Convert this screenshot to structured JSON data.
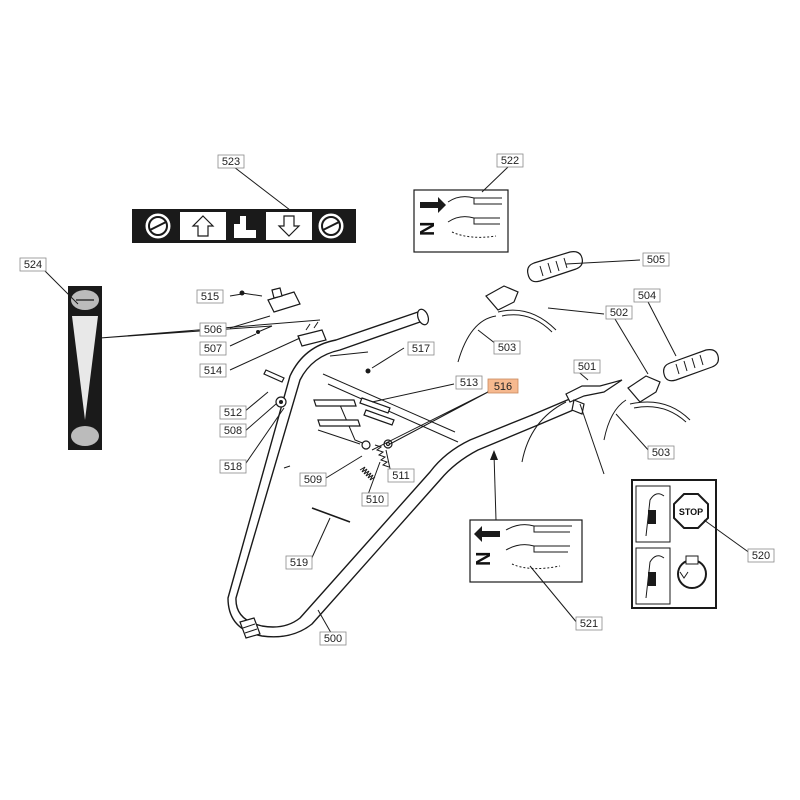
{
  "parts": [
    {
      "id": "p500",
      "label": "500"
    },
    {
      "id": "p501",
      "label": "501"
    },
    {
      "id": "p502",
      "label": "502"
    },
    {
      "id": "p503a",
      "label": "503"
    },
    {
      "id": "p503b",
      "label": "503"
    },
    {
      "id": "p504",
      "label": "504"
    },
    {
      "id": "p505",
      "label": "505"
    },
    {
      "id": "p506",
      "label": "506"
    },
    {
      "id": "p507",
      "label": "507"
    },
    {
      "id": "p508",
      "label": "508"
    },
    {
      "id": "p509",
      "label": "509"
    },
    {
      "id": "p510",
      "label": "510"
    },
    {
      "id": "p511",
      "label": "511"
    },
    {
      "id": "p512",
      "label": "512"
    },
    {
      "id": "p513",
      "label": "513"
    },
    {
      "id": "p514",
      "label": "514"
    },
    {
      "id": "p515",
      "label": "515"
    },
    {
      "id": "p516",
      "label": "516",
      "highlighted": true
    },
    {
      "id": "p517",
      "label": "517"
    },
    {
      "id": "p518",
      "label": "518"
    },
    {
      "id": "p519",
      "label": "519"
    },
    {
      "id": "p520",
      "label": "520"
    },
    {
      "id": "p521",
      "label": "521"
    },
    {
      "id": "p522",
      "label": "522"
    },
    {
      "id": "p523",
      "label": "523"
    },
    {
      "id": "p524",
      "label": "524"
    }
  ],
  "stickers": {
    "neutral_letter": "N",
    "stop_sign": "STOP"
  },
  "colors": {
    "highlight": "#f6b98f",
    "line": "#1a1a1a",
    "background": "#ffffff"
  }
}
